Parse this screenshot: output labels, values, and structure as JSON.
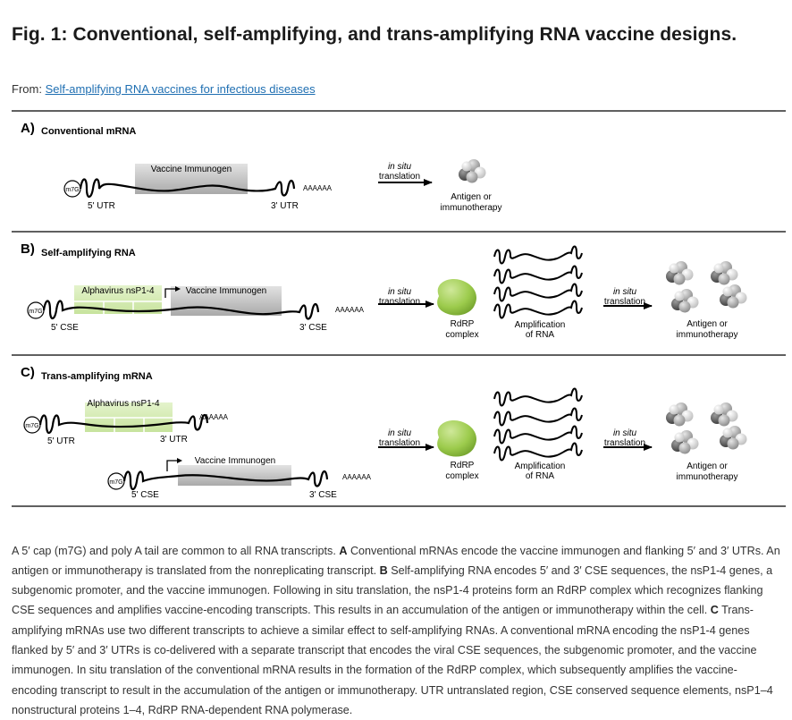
{
  "title": "Fig. 1: Conventional, self-amplifying, and trans-amplifying RNA vaccine designs.",
  "from_label": "From:",
  "from_link": "Self-amplifying RNA vaccines for infectious diseases",
  "panels": {
    "a": {
      "letter": "A)",
      "heading": "Conventional mRNA",
      "cap": "m7G",
      "utr5": "5' UTR",
      "utr3": "3' UTR",
      "box": "Vaccine Immunogen",
      "tail": "AAAAAA",
      "arrow_line1": "in situ",
      "arrow_line2": "translation",
      "product_line1": "Antigen or",
      "product_line2": "immunotherapy"
    },
    "b": {
      "letter": "B)",
      "heading": "Self-amplifying RNA",
      "cap": "m7G",
      "cse5": "5' CSE",
      "cse3": "3' CSE",
      "box1": "Alphavirus nsP1-4",
      "box2": "Vaccine Immunogen",
      "tail": "AAAAAA",
      "arrow1_line1": "in situ",
      "arrow1_line2": "translation",
      "rdrp_line1": "RdRP",
      "rdrp_line2": "complex",
      "amp_line1": "Amplification",
      "amp_line2": "of RNA",
      "arrow2_line1": "in situ",
      "arrow2_line2": "translation",
      "product_line1": "Antigen or",
      "product_line2": "immunotherapy"
    },
    "c": {
      "letter": "C)",
      "heading": "Trans-amplifying mRNA",
      "cap": "m7G",
      "utr5": "5' UTR",
      "utr3": "3' UTR",
      "box1": "Alphavirus nsP1-4",
      "tail1": "AAAAAA",
      "cap2": "m7G",
      "cse5": "5' CSE",
      "cse3": "3' CSE",
      "box2": "Vaccine Immunogen",
      "tail2": "AAAAAA",
      "arrow1_line1": "in situ",
      "arrow1_line2": "translation",
      "rdrp_line1": "RdRP",
      "rdrp_line2": "complex",
      "amp_line1": "Amplification",
      "amp_line2": "of RNA",
      "arrow2_line1": "in situ",
      "arrow2_line2": "translation",
      "product_line1": "Antigen or",
      "product_line2": "immunotherapy"
    }
  },
  "caption": {
    "s1": "A 5′ cap (m7G) and poly A tail are common to all RNA transcripts. ",
    "a": "A",
    "s2": " Conventional mRNAs encode the vaccine immunogen and flanking 5′ and 3′ UTRs. An antigen or immunotherapy is translated from the nonreplicating transcript. ",
    "b": "B",
    "s3": " Self-amplifying RNA encodes 5′ and 3′ CSE sequences, the nsP1-4 genes, a subgenomic promoter, and the vaccine immunogen. Following in situ translation, the nsP1-4 proteins form an RdRP complex which recognizes flanking CSE sequences and amplifies vaccine-encoding transcripts. This results in an accumulation of the antigen or immunotherapy within the cell. ",
    "c": "C",
    "s4": " Trans-amplifying mRNAs use two different transcripts to achieve a similar effect to self-amplifying RNAs. A conventional mRNA encoding the nsP1-4 genes flanked by 5′ and 3′ UTRs is co-delivered with a separate transcript that encodes the viral CSE sequences, the subgenomic promoter, and the vaccine immunogen. In situ translation of the conventional mRNA results in the formation of the RdRP complex, which subsequently amplifies the vaccine-encoding transcript to result in the accumulation of the antigen or immunotherapy. UTR untranslated region, CSE conserved sequence elements, nsP1–4 nonstructural proteins 1–4, RdRP RNA-dependent RNA polymerase."
  },
  "colors": {
    "green_box": "#d6ecb4",
    "grey_box": "#bdbdbd",
    "rdrp_green": "#8fc43c",
    "link": "#1f6fb2"
  }
}
